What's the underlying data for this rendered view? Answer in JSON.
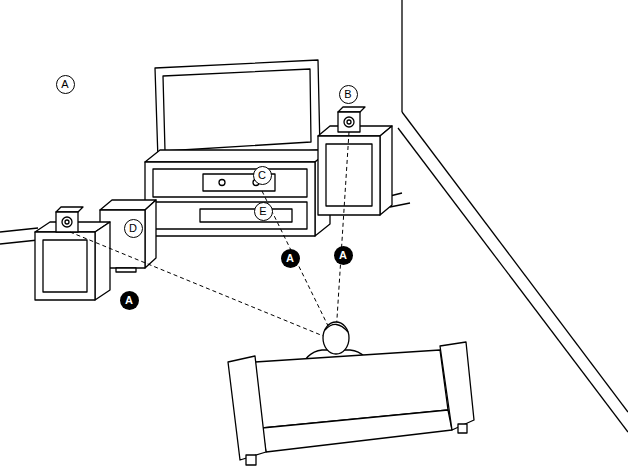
{
  "diagram": {
    "labels": [
      "A",
      "B",
      "C",
      "D",
      "E",
      "A",
      "A",
      "A"
    ]
  }
}
